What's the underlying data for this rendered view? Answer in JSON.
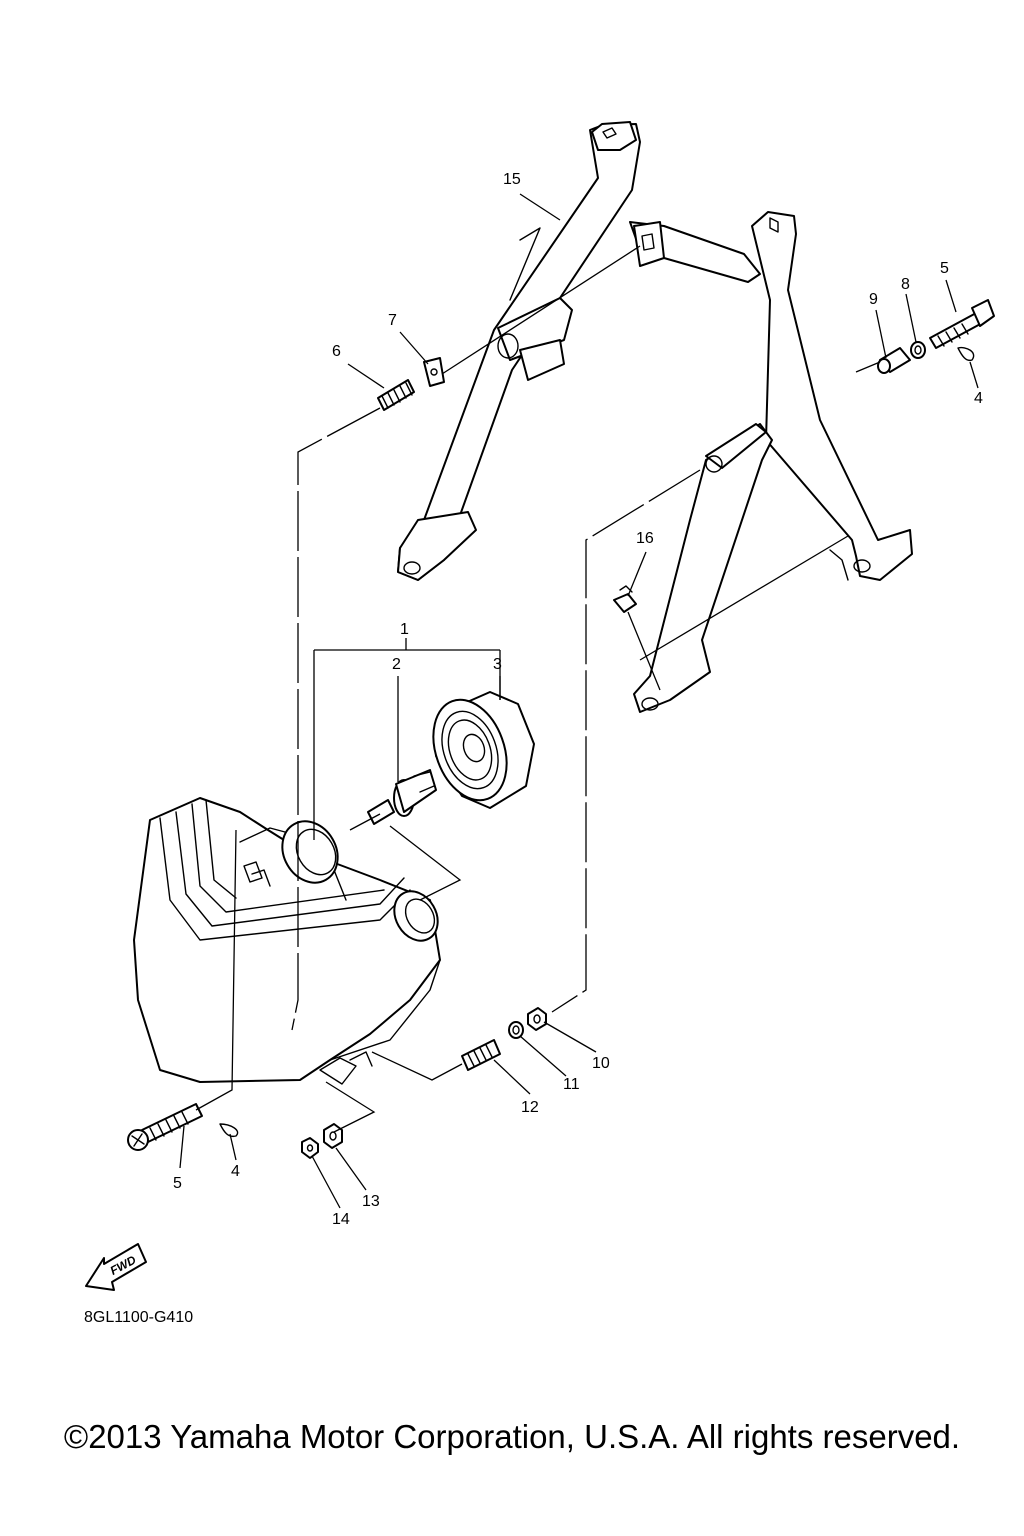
{
  "diagram": {
    "callouts": {
      "c1": "1",
      "c2": "2",
      "c3": "3",
      "c4a": "4",
      "c4b": "4",
      "c5a": "5",
      "c5b": "5",
      "c6": "6",
      "c7": "7",
      "c8": "8",
      "c9": "9",
      "c10": "10",
      "c11": "11",
      "c12": "12",
      "c13": "13",
      "c14": "14",
      "c15": "15",
      "c16": "16"
    },
    "fwd_label": "FWD",
    "code": "8GL1100-G410"
  },
  "footer": {
    "copyright": "©2013 Yamaha Motor Corporation, U.S.A. All rights reserved."
  }
}
